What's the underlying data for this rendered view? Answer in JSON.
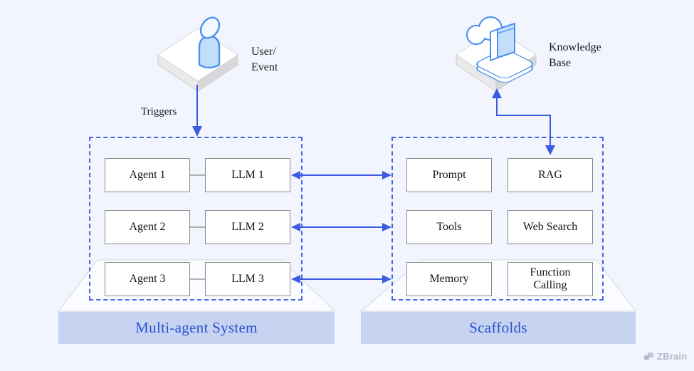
{
  "colors": {
    "background": "#f2f5fd",
    "arrow_blue": "#3a5ce0",
    "dashed_border_blue": "#4565e3",
    "box_border_gray": "#8a8a8a",
    "banner_fill": "#c6d3f1",
    "banner_text_blue": "#2b51d0",
    "icon_blue": "#4a90ee",
    "icon_fill": "#c3defb",
    "watermark_gray": "#b2b8cb"
  },
  "top": {
    "user_event": {
      "lines": [
        "User/",
        "Event"
      ]
    },
    "triggers_label": "Triggers",
    "knowledge_base": {
      "lines": [
        "Knowledge",
        "Base"
      ]
    }
  },
  "multi_agent_system": {
    "title": "Multi-agent System",
    "rows": [
      {
        "agent": "Agent 1",
        "llm": "LLM 1"
      },
      {
        "agent": "Agent 2",
        "llm": "LLM 2"
      },
      {
        "agent": "Agent 3",
        "llm": "LLM 3"
      }
    ]
  },
  "scaffolds": {
    "title": "Scaffolds",
    "rows": [
      {
        "left": "Prompt",
        "right": "RAG"
      },
      {
        "left": "Tools",
        "right": "Web Search"
      },
      {
        "left": "Memory",
        "right": "Function Calling"
      }
    ]
  },
  "watermark": {
    "text": "ZBrain"
  },
  "icons": {
    "user": "isometric-person",
    "knowledge_base": "cloud-with-books",
    "watermark": "overlapping-squares"
  }
}
